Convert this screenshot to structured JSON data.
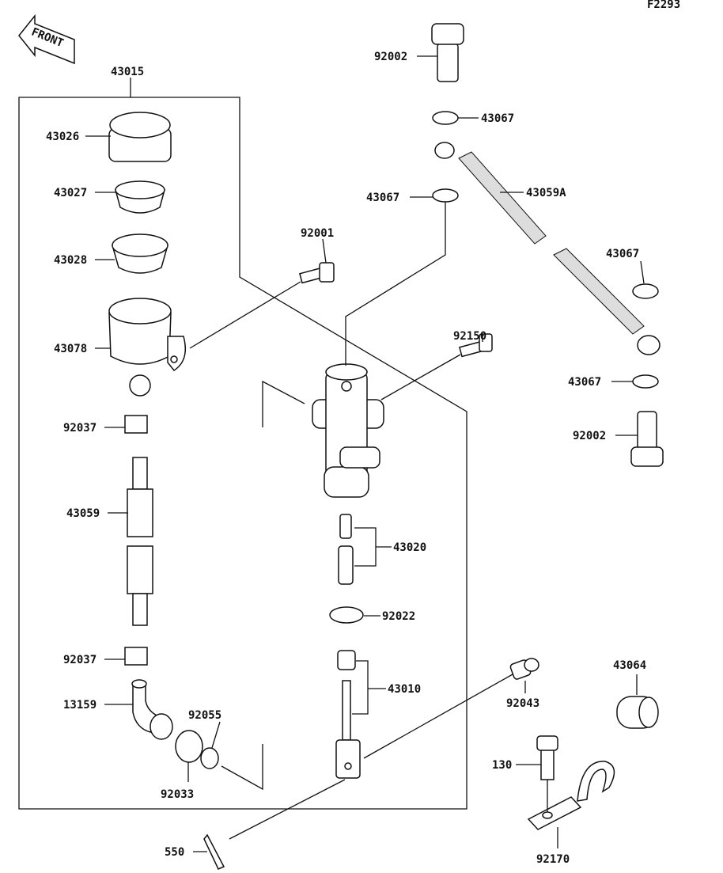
{
  "figure_code": "F2293",
  "front_logo": "FRONT",
  "labels": {
    "reservoir_assy": "43015",
    "cap": "43026",
    "plate": "43027",
    "diaphragm": "43028",
    "reservoir": "43078",
    "clamp_upper": "92037",
    "hose": "43059",
    "clamp_lower": "92037",
    "fitting": "13159",
    "o_ring": "92055",
    "circlip": "92033",
    "cotter_pin": "550",
    "bolt_reservoir": "92001",
    "banjo_bolt_top": "92002",
    "washer_1": "43067",
    "washer_2": "43067",
    "brake_hose": "43059A",
    "washer_3": "43067",
    "bolt_cylinder": "92150",
    "washer_4": "43067",
    "banjo_bolt_bottom": "92002",
    "piston_kit": "43020",
    "snap_ring": "92022",
    "push_rod": "43010",
    "pin": "92043",
    "damper": "43064",
    "bolt_130": "130",
    "bracket": "92170"
  }
}
